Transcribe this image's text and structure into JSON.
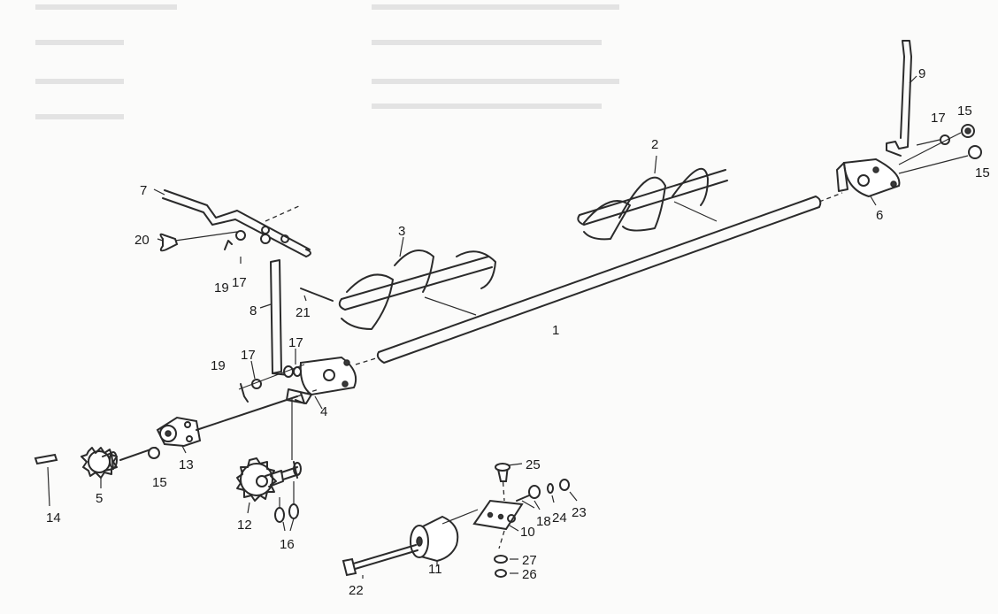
{
  "callouts": [
    {
      "id": "c1",
      "text": "1"
    },
    {
      "id": "c2",
      "text": "2"
    },
    {
      "id": "c3",
      "text": "3"
    },
    {
      "id": "c4",
      "text": "4"
    },
    {
      "id": "c5",
      "text": "5"
    },
    {
      "id": "c6",
      "text": "6"
    },
    {
      "id": "c7",
      "text": "7"
    },
    {
      "id": "c8",
      "text": "8"
    },
    {
      "id": "c9",
      "text": "9"
    },
    {
      "id": "c10",
      "text": "10"
    },
    {
      "id": "c11",
      "text": "11"
    },
    {
      "id": "c12",
      "text": "12"
    },
    {
      "id": "c13",
      "text": "13"
    },
    {
      "id": "c14",
      "text": "14"
    },
    {
      "id": "c15a",
      "text": "15"
    },
    {
      "id": "c15b",
      "text": "15"
    },
    {
      "id": "c15c",
      "text": "15"
    },
    {
      "id": "c16",
      "text": "16"
    },
    {
      "id": "c17a",
      "text": "17"
    },
    {
      "id": "c17b",
      "text": "17"
    },
    {
      "id": "c17c",
      "text": "17"
    },
    {
      "id": "c17d",
      "text": "17"
    },
    {
      "id": "c18",
      "text": "18"
    },
    {
      "id": "c19a",
      "text": "19"
    },
    {
      "id": "c19b",
      "text": "19"
    },
    {
      "id": "c20",
      "text": "20"
    },
    {
      "id": "c21",
      "text": "21"
    },
    {
      "id": "c22",
      "text": "22"
    },
    {
      "id": "c23",
      "text": "23"
    },
    {
      "id": "c24",
      "text": "24"
    },
    {
      "id": "c25",
      "text": "25"
    },
    {
      "id": "c26",
      "text": "26"
    },
    {
      "id": "c27",
      "text": "27"
    }
  ]
}
